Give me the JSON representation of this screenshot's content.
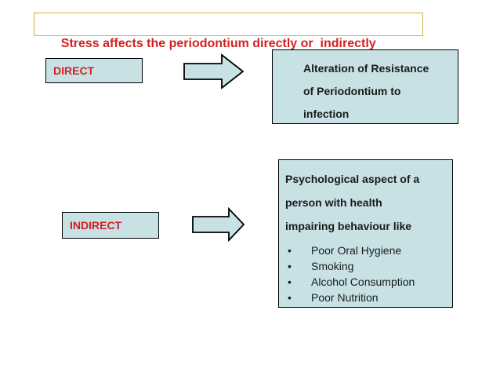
{
  "title": {
    "text": "Stress affects the periodontium directly or  indirectly"
  },
  "direct_flow": {
    "label": "DIRECT",
    "result_lines": [
      "Alteration of Resistance",
      "of Periodontium to",
      "infection"
    ]
  },
  "indirect_flow": {
    "label": "INDIRECT",
    "result_heading_lines": [
      "Psychological aspect of a",
      "person with health",
      "impairing behaviour like"
    ],
    "result_bullets": [
      "Poor Oral Hygiene",
      "Smoking",
      "Alcohol Consumption",
      "Poor Nutrition"
    ],
    "bullet_glyph": "•"
  },
  "colors": {
    "background": "#ffffff",
    "box_fill": "#c7e1e5",
    "box_border": "#000000",
    "title_border": "#d2ae3c",
    "red_text": "#d22222",
    "body_text": "#1a1a1a"
  }
}
